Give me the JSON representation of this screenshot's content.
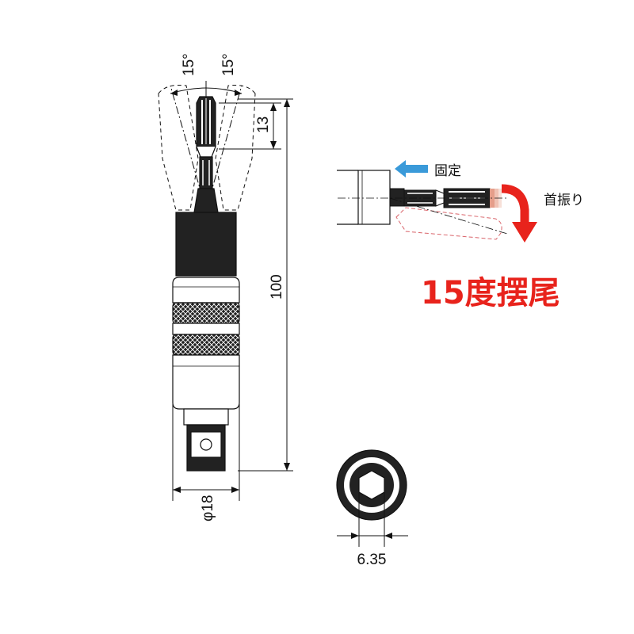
{
  "dimensions": {
    "angle_left": "15°",
    "angle_right": "15°",
    "tip_length": "13",
    "total_length": "100",
    "diameter": "φ18",
    "hex_size": "6.35"
  },
  "callouts": {
    "lock_label": "固定",
    "swivel_label": "首振り",
    "headline": "15度摆尾"
  },
  "colors": {
    "headline": "#e8231c",
    "swivel_arrow": "#e8231c",
    "lock_arrow": "#3a9ad9",
    "outline": "#111111",
    "ghost_outline": "#d9646a"
  },
  "icons": {
    "lock_direction": "arrow-left-icon",
    "swivel_direction": "curved-arrow-down-icon"
  }
}
